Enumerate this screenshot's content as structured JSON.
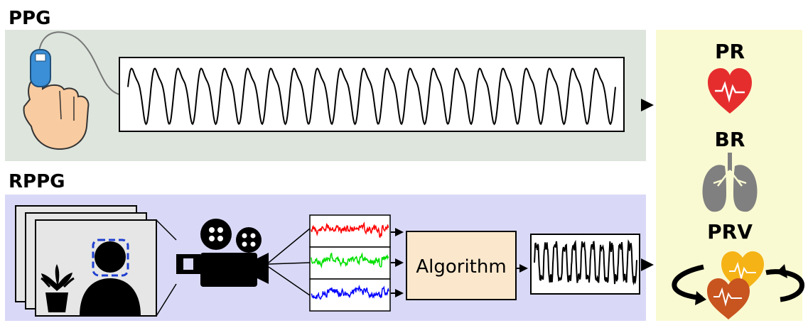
{
  "sections": {
    "ppg_title": "PPG",
    "rppg_title": "RPPG",
    "algorithm_label": "Algorithm"
  },
  "outputs": {
    "pr_label": "PR",
    "br_label": "BR",
    "prv_label": "PRV"
  },
  "icons": {
    "finger_sensor": "finger-pulse-oximeter-icon",
    "video_frames": "video-frames-icon",
    "video_camera": "video-camera-icon",
    "pr_icon": "heart-pulse-icon",
    "br_icon": "lungs-icon",
    "prv_icon": "two-hearts-cycle-icon"
  },
  "colors": {
    "ppg_panel": "#dde5dd",
    "rppg_panel": "#d9d9f7",
    "output_panel": "#fafad2",
    "algorithm_box": "#fbe8cc",
    "heart_red": "#e62d2d",
    "heart_yellow": "#f5b316",
    "heart_orange": "#c8541f",
    "lungs_gray": "#808080",
    "red_channel": "#ff0000",
    "green_channel": "#00e000",
    "blue_channel": "#0000ff"
  }
}
